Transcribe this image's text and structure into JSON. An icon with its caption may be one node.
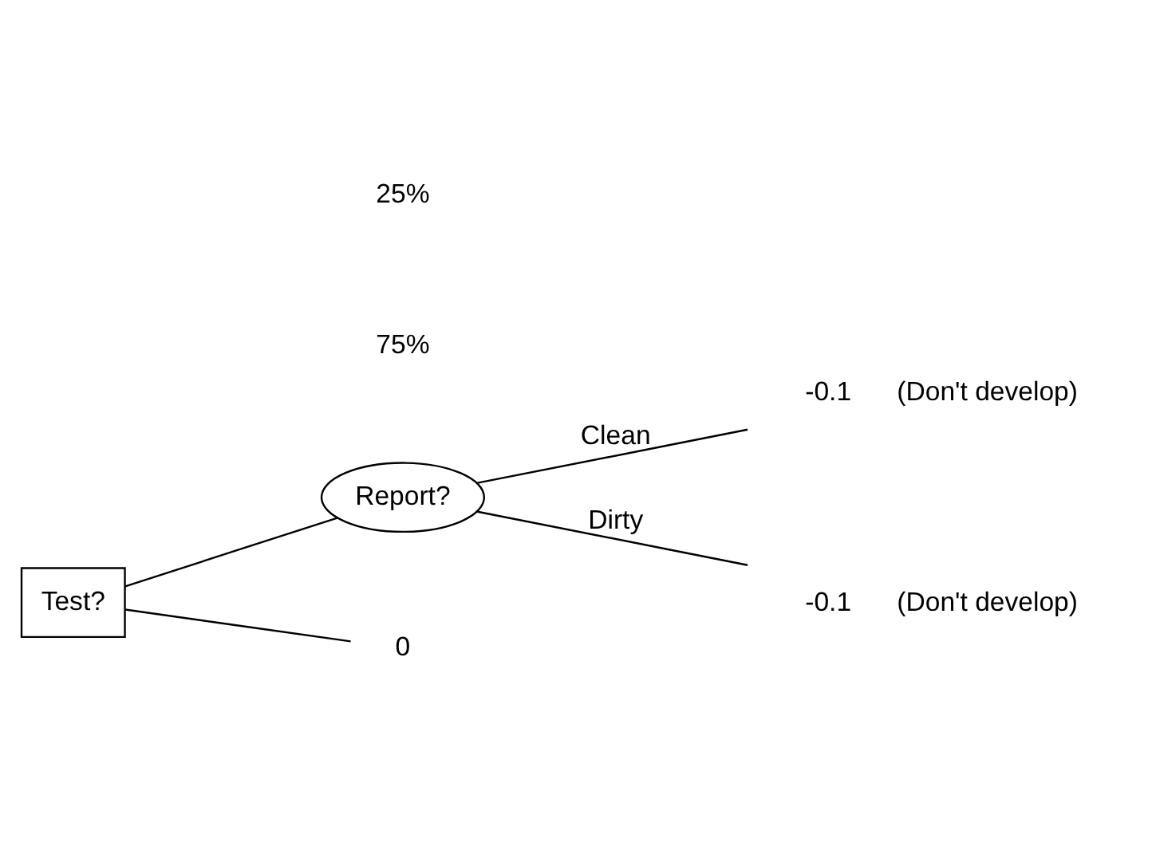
{
  "diagram": {
    "nodes": [
      {
        "text": [
          "Test?"
        ]
      },
      {
        "text": [
          "Report?"
        ]
      },
      {
        "text": [
          "-0.1"
        ],
        "beside": [
          "(Don't develop)"
        ]
      },
      {
        "text": [
          "-0.1"
        ],
        "beside": [
          "(Don't develop)"
        ]
      },
      {
        "text": [
          "0"
        ]
      }
    ],
    "edges": [
      {
        "from": 0,
        "to": 1,
        "arrow": "none"
      },
      {
        "from": 1,
        "to": 2,
        "arrow": "none",
        "label": "Clean"
      },
      {
        "from": 1,
        "to": 3,
        "arrow": "none",
        "label": "Dirty"
      },
      {
        "from": 0,
        "to": 4,
        "arrow": "none"
      }
    ],
    "labels": [
      "75%",
      "25%"
    ]
  }
}
